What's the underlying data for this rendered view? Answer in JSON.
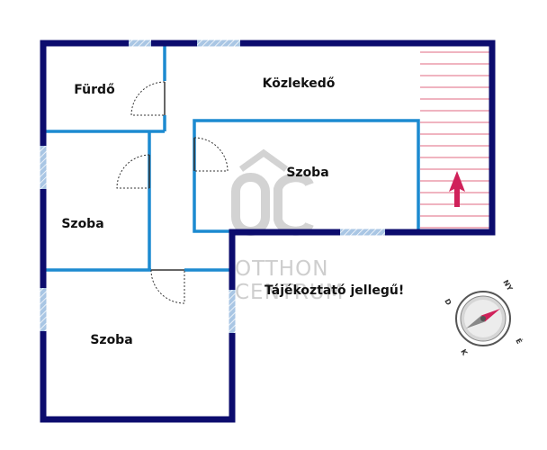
{
  "rooms": {
    "bathroom": "Fürdő",
    "hallway": "Közlekedő",
    "room_center": "Szoba",
    "room_left": "Szoba",
    "room_bottom": "Szoba"
  },
  "notice": "Tájékoztató jellegű!",
  "watermark": {
    "line1": "OTTHON",
    "line2": "CENTRUM",
    "logo": "OC"
  },
  "compass": {
    "north": "NY",
    "d": "D",
    "e": "É",
    "k": "K"
  },
  "colors": {
    "outer_wall": "#0c0c6e",
    "inner_wall": "#1c8ad0",
    "window": "#8fb5dc",
    "stairs": "#e06a80",
    "arrow": "#d0215a",
    "compass_needle": "#d0215a",
    "watermark": "#c9c9c9"
  }
}
